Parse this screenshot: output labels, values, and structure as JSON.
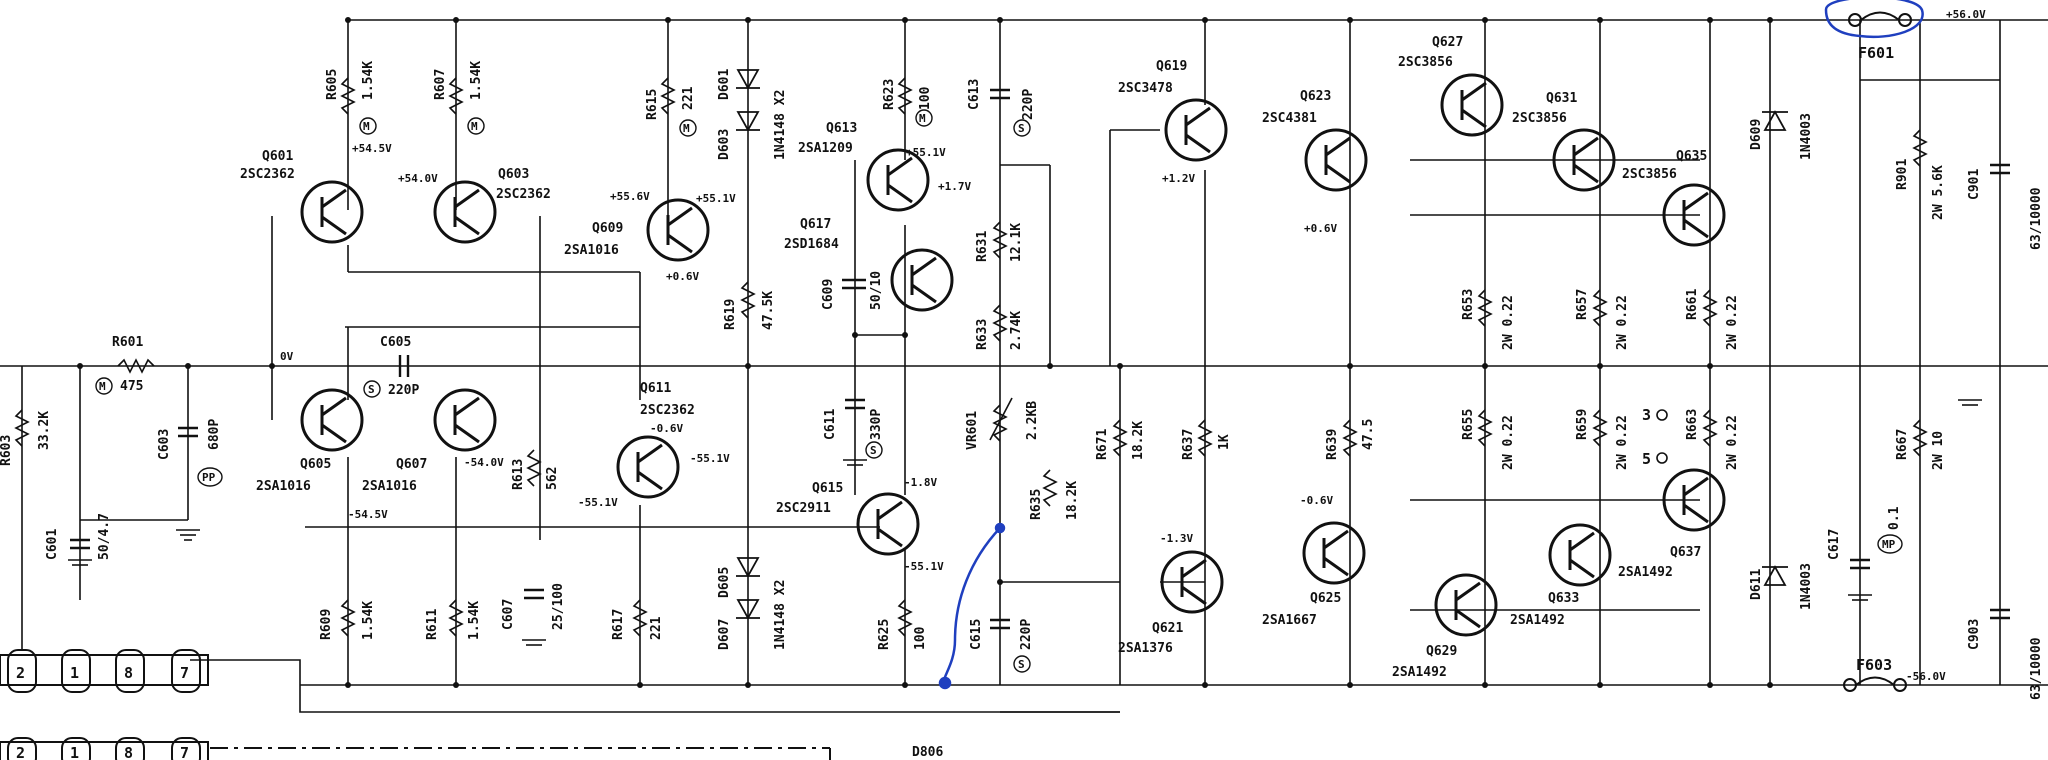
{
  "rails": {
    "pos_v": "+56.0V",
    "neg_v": "-56.0V"
  },
  "fuses": {
    "f601": "F601",
    "f603": "F603"
  },
  "transistors": {
    "q601": {
      "ref": "Q601",
      "part": "2SC2362"
    },
    "q603": {
      "ref": "Q603",
      "part": "2SC2362"
    },
    "q605": {
      "ref": "Q605",
      "part": "2SA1016"
    },
    "q607": {
      "ref": "Q607",
      "part": "2SA1016"
    },
    "q609": {
      "ref": "Q609",
      "part": "2SA1016"
    },
    "q611": {
      "ref": "Q611",
      "part": "2SC2362"
    },
    "q613": {
      "ref": "Q613",
      "part": "2SA1209"
    },
    "q615": {
      "ref": "Q615",
      "part": "2SC2911"
    },
    "q617": {
      "ref": "Q617",
      "part": "2SD1684"
    },
    "q619": {
      "ref": "Q619",
      "part": "2SC3478"
    },
    "q621": {
      "ref": "Q621",
      "part": "2SA1376"
    },
    "q623": {
      "ref": "Q623",
      "part": "2SC4381"
    },
    "q625": {
      "ref": "Q625",
      "part": "2SA1667"
    },
    "q627": {
      "ref": "Q627",
      "part": "2SC3856"
    },
    "q629": {
      "ref": "Q629",
      "part": "2SA1492"
    },
    "q631": {
      "ref": "Q631",
      "part": "2SC3856"
    },
    "q633": {
      "ref": "Q633",
      "part": "2SA1492"
    },
    "q635": {
      "ref": "Q635",
      "part": "2SC3856"
    },
    "q637": {
      "ref": "Q637",
      "part": "2SA1492"
    }
  },
  "resistors": {
    "r601": {
      "ref": "R601",
      "val": "475"
    },
    "r603": {
      "ref": "R603",
      "val": "33.2K"
    },
    "r605": {
      "ref": "R605",
      "val": "1.54K"
    },
    "r607": {
      "ref": "R607",
      "val": "1.54K"
    },
    "r609": {
      "ref": "R609",
      "val": "1.54K"
    },
    "r611": {
      "ref": "R611",
      "val": "1.54K"
    },
    "r613": {
      "ref": "R613",
      "val": "562"
    },
    "r615": {
      "ref": "R615",
      "val": "221"
    },
    "r617": {
      "ref": "R617",
      "val": "221"
    },
    "r619": {
      "ref": "R619",
      "val": "47.5K"
    },
    "r623": {
      "ref": "R623",
      "val": "100"
    },
    "r625": {
      "ref": "R625",
      "val": "100"
    },
    "r631": {
      "ref": "R631",
      "val": "12.1K"
    },
    "r633": {
      "ref": "R633",
      "val": "2.74K"
    },
    "r635": {
      "ref": "R635",
      "val": "18.2K"
    },
    "r637": {
      "ref": "R637",
      "val": "1K"
    },
    "r639": {
      "ref": "R639",
      "val": "47.5"
    },
    "r653": {
      "ref": "R653",
      "val": "2W 0.22"
    },
    "r655": {
      "ref": "R655",
      "val": "2W 0.22"
    },
    "r657": {
      "ref": "R657",
      "val": "2W 0.22"
    },
    "r659": {
      "ref": "R659",
      "val": "2W 0.22"
    },
    "r661": {
      "ref": "R661",
      "val": "2W 0.22"
    },
    "r663": {
      "ref": "R663",
      "val": "2W 0.22"
    },
    "r667": {
      "ref": "R667",
      "val": "2W 10"
    },
    "r671": {
      "ref": "R671",
      "val": "18.2K"
    },
    "r901": {
      "ref": "R901",
      "val": "2W 5.6K"
    }
  },
  "capacitors": {
    "c601": {
      "ref": "C601",
      "val": "50/4.7"
    },
    "c603": {
      "ref": "C603",
      "val": "680P"
    },
    "c605": {
      "ref": "C605",
      "val": "220P"
    },
    "c607": {
      "ref": "C607",
      "val": "25/100"
    },
    "c609": {
      "ref": "C609",
      "val": "50/10"
    },
    "c611": {
      "ref": "C611",
      "val": "330P"
    },
    "c613": {
      "ref": "C613",
      "val": "220P"
    },
    "c615": {
      "ref": "C615",
      "val": "220P"
    },
    "c617": {
      "ref": "C617",
      "val": "0.1"
    },
    "c901": {
      "ref": "C901",
      "val": "63/10000"
    },
    "c903": {
      "ref": "C903",
      "val": "63/10000"
    }
  },
  "diodes": {
    "d601": {
      "ref": "D601"
    },
    "d603": {
      "ref": "D603",
      "val": "1N4148 X2"
    },
    "d605": {
      "ref": "D605"
    },
    "d607": {
      "ref": "D607",
      "val": "1N4148 X2"
    },
    "d609": {
      "ref": "D609",
      "val": "1N4003"
    },
    "d611": {
      "ref": "D611",
      "val": "1N4003"
    },
    "d806": {
      "ref": "D806"
    }
  },
  "vr": {
    "ref": "VR601",
    "val": "2.2KB"
  },
  "voltages": {
    "v_in": "0V",
    "v_q601": "+54.5V",
    "v_q603": "+54.0V",
    "v_q609e": "+55.6V",
    "v_q609b": "+55.1V",
    "v_q609c": "+0.6V",
    "v_q613": "+55.1V",
    "v_q617": "+1.7V",
    "v_q619": "+1.2V",
    "v_q623": "+0.6V",
    "v_q605": "-54.5V",
    "v_q607": "-54.0V",
    "v_q611e": "-55.1V",
    "v_q611c": "-0.6V",
    "v_q611b": "-55.1V",
    "v_q615c": "-1.8V",
    "v_q615e": "-55.1V",
    "v_q621": "-1.3V",
    "v_q625": "-0.6V"
  },
  "markers": {
    "m": "M",
    "s": "S",
    "pp": "PP",
    "mp": "MP"
  },
  "terminals": {
    "t3": "3",
    "t5": "5"
  },
  "connector": {
    "pins": [
      "2",
      "1",
      "8",
      "7"
    ],
    "pins_lower": [
      "2",
      "1",
      "8",
      "7"
    ]
  },
  "colors": {
    "ink": "#111111",
    "annotation": "#1f3fbf"
  }
}
